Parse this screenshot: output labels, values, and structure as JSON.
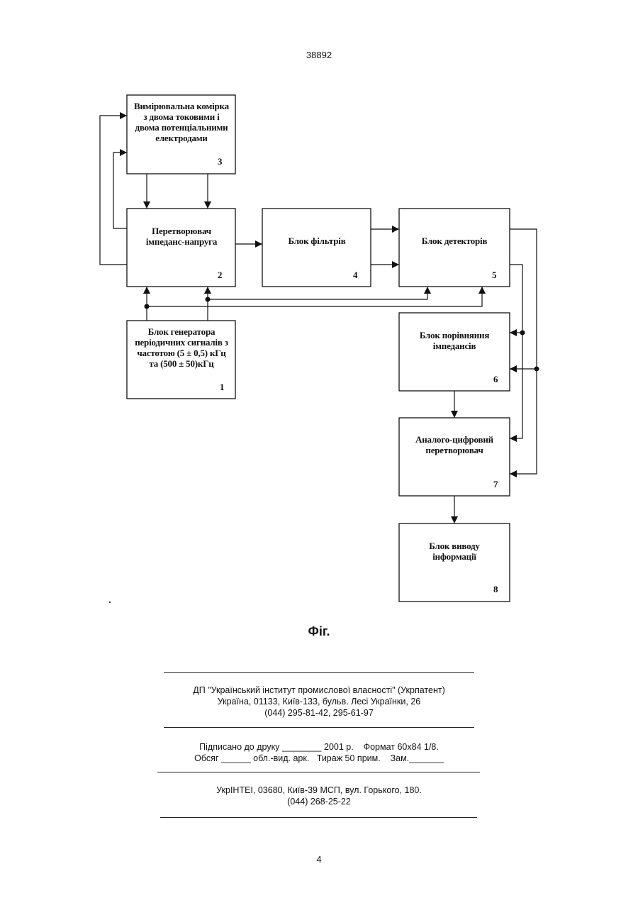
{
  "header": {
    "patent_number": "38892"
  },
  "diagram": {
    "blocks": [
      {
        "id": "3",
        "lines": [
          "Вимірювальна комірка",
          "з двома токовими і",
          "двома потенціальними",
          "електродами"
        ],
        "number": "3"
      },
      {
        "id": "2",
        "lines": [
          "Перетворювач",
          "імпеданс-напруга"
        ],
        "number": "2"
      },
      {
        "id": "4",
        "lines": [
          "Блок фільтрів"
        ],
        "number": "4"
      },
      {
        "id": "5",
        "lines": [
          "Блок детекторів"
        ],
        "number": "5"
      },
      {
        "id": "1",
        "lines": [
          "Блок генератора",
          "періодичних сигналів з",
          "частотою (5 ± 0,5) кГц",
          "та (500 ± 50)кГц"
        ],
        "number": "1"
      },
      {
        "id": "6",
        "lines": [
          "Блок порівняння",
          "імпедансів"
        ],
        "number": "6"
      },
      {
        "id": "7",
        "lines": [
          "Аналого-цифровий",
          "перетворювач"
        ],
        "number": "7"
      },
      {
        "id": "8",
        "lines": [
          "Блок виводу",
          "інформації"
        ],
        "number": "8"
      }
    ],
    "caption": "Фіг."
  },
  "imprint": {
    "publisher_line1": "ДП \"Український інститут промислової власності\" (Укрпатент)",
    "publisher_line2": "Україна, 01133, Київ-133, бульв. Лесі Українки, 26",
    "publisher_line3": "(044) 295-81-42, 295-61-97",
    "print_line1": "Підписано до друку ________ 2001 р.    Формат 60х84 1/8.",
    "print_line2": "Обсяг ______ обл.-вид. арк.   Тираж 50 прим.    Зам._______",
    "printer_line1": "УкрІНТЕІ, 03680, Київ-39 МСП, вул. Горького, 180.",
    "printer_line2": "(044) 268-25-22"
  },
  "footer": {
    "page_number": "4"
  }
}
